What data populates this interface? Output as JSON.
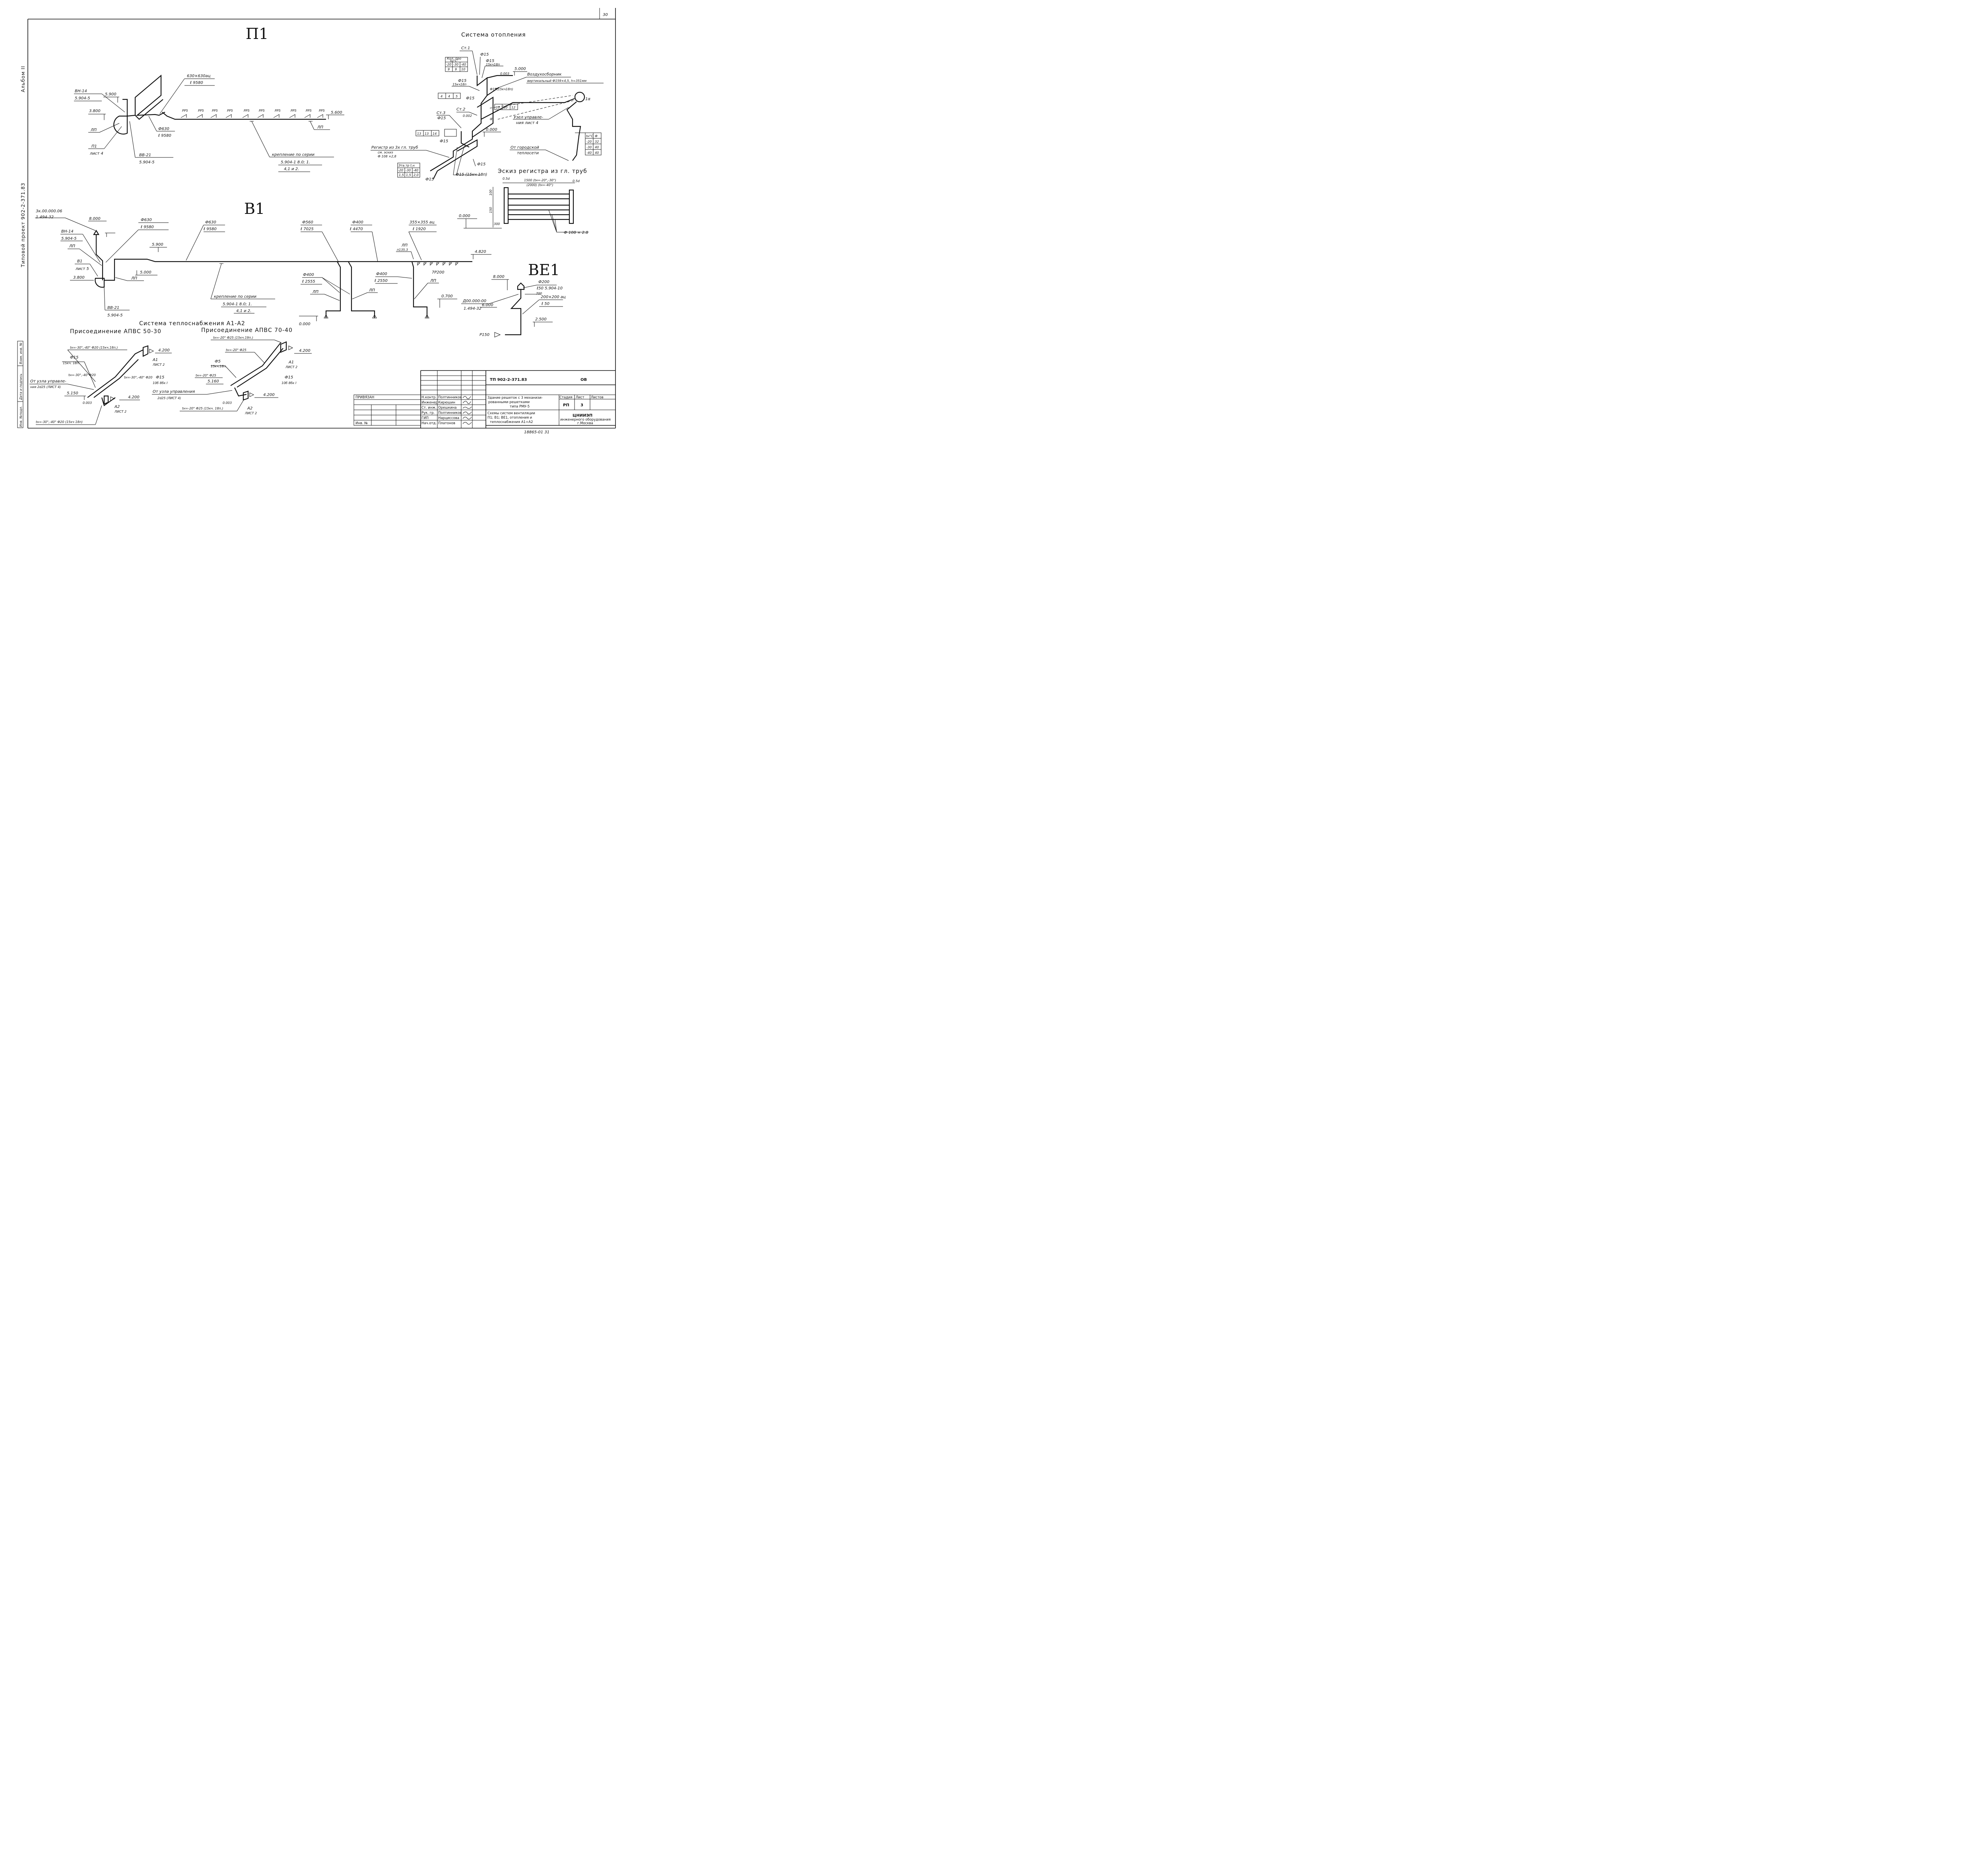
{
  "sheet_number": "30",
  "side": {
    "album": "Альбом II",
    "project": "Типовой проект   902-2-371.83"
  },
  "titles": {
    "p1": "П1",
    "b1": "В1",
    "be1": "ВЕ1",
    "heating": "Система отопления",
    "heat_supply": "Система теплоснабжения А1-А2",
    "conn_50": "Присоединение АПВС 50-30",
    "conn_70": "Присоединение АПВС 70-40",
    "register_sketch": "Эскиз регистра из гл. труб"
  },
  "p1": {
    "bn14": "ВН-14",
    "bn14_s": "5.904-5",
    "el_5900": "5.900",
    "el_3800": "3.800",
    "lp": "ЛП",
    "p1_ref": "П1",
    "p1_sheet": "лист 4",
    "vv21": "ВВ-21",
    "vv21_s": "5.904-5",
    "duct": "630×630ац",
    "duct_l": "ℓ 9580",
    "d630": "Ф630",
    "d630_l": "ℓ 9580",
    "pp5": "РР5",
    "el_5600": "5.600",
    "lp2": "ЛП",
    "mount": "крепление по серии",
    "mount_s": "5.904-1 8.0; 1.",
    "mount_s2": "4,1 и 2."
  },
  "b1": {
    "ref": "3к.00.000.06",
    "ref2": "1.494-32",
    "bn14": "ВН-14",
    "bn14_s": "5.904-5",
    "el_8000": "8.000",
    "lp": "ЛП",
    "b1_ref": "В1",
    "b1_sheet": "лист 5",
    "el_3800": "3.800",
    "el_5000": "5.000",
    "lp2": "ЛП",
    "vv21": "ВВ-21",
    "vv21_s": "5.904-5",
    "d630a": "Ф630",
    "l9580a": "ℓ 9580",
    "d630b": "Ф630",
    "l9580b": "ℓ 9580",
    "el_5900": "5.900",
    "d560": "Ф560",
    "l7025": "ℓ 7025",
    "d400": "Ф400",
    "l4470": "ℓ 4470",
    "duct355": "355×355 ац",
    "l1920": "ℓ 1920",
    "lp3": "ЛП",
    "p1353": "п135.3",
    "el_4820": "4.820",
    "grilles": "7Р200",
    "d400a": "Ф400",
    "l2555": "ℓ 2555",
    "lp4": "ЛП",
    "lp5": "ЛП",
    "d400b": "Ф400",
    "l2550": "ℓ 2550",
    "lp6": "ЛП",
    "el_0700": "0.700",
    "el_0000": "0.000",
    "mount": "крепление по серии",
    "mount_s": "5.904-1  8.0; 1.",
    "mount_s2": "4,1 и 2."
  },
  "be1": {
    "el_8000": "8.000",
    "d200": "Ф200",
    "l50": "ℓ50 5.904-10",
    "h700": "700",
    "ref": "Д00.000-00",
    "ref2": "1.494-32",
    "el_6000": "6.000",
    "duct": "200×200 ац",
    "l50b": "ℓ 50",
    "el_2500": "2.500",
    "p150": "Р150"
  },
  "heating": {
    "st1": "Ст.1",
    "d15a": "Ф15",
    "d15b": "Ф15",
    "d15b_v": "15кч18п",
    "tbl1_h1": "Кол. про",
    "tbl1_h2": "tн°C",
    "tbl1_r1": [
      "-20",
      "-30",
      "-40"
    ],
    "tbl1_r2": [
      "9",
      "9",
      "10"
    ],
    "slope": "0.003",
    "el_5000": "5.000",
    "air": "Воздухосборник",
    "air2": "вертикальный Ф159×4,5, h=351мм",
    "d15c": "Ф15",
    "d15c_v": "15кч18п",
    "d15d": "Ф15(15кч18п)",
    "d15e": "Ф15",
    "box1": [
      "4",
      "4",
      "5"
    ],
    "box2": [
      "10",
      "10",
      "12"
    ],
    "box3": [
      "13",
      "13",
      "14"
    ],
    "st2": "Ст.2",
    "st3": "Ст.3",
    "st3_d": "Ф15",
    "slope2": "0.002",
    "node": "Узел управле-",
    "node2": "ния лист 4",
    "alpha": "α",
    "node_a": "1α",
    "el_0000": "0.000",
    "d15f": "Ф15",
    "reg": "Регистр из 3х гл. труб",
    "reg2": "см. эскиз",
    "reg3": "Ф 108 ×2,8",
    "tbl2_h": "Эта.тр t.н",
    "tbl2_r1": [
      "-20",
      "-30",
      "-40"
    ],
    "tbl2_r2": [
      "1,5",
      "1,5",
      "2,0"
    ],
    "d15g": "Ф15",
    "d15h": "Ф15 (15кч 18п)",
    "d15i": "Ф15",
    "city": "От городской",
    "city2": "теплосети",
    "tbl3_h": [
      "tн°С",
      "Ф"
    ],
    "tbl3_rows": [
      [
        "-20",
        "32"
      ],
      [
        "-30",
        "40"
      ],
      [
        "-40",
        "40"
      ]
    ]
  },
  "register": {
    "d05a": "0.5d",
    "d05b": "0.5d",
    "len1": "1500 (tн=-20°,-30°)",
    "len2": "(2000) (tн=-40°)",
    "h100": "100",
    "h150": "150",
    "h300": "300",
    "el_0000": "0.000",
    "pipe": "Ф 108 × 2.8"
  },
  "heat_supply": {
    "a_t1": "tн=-30°,-40° Ф20 (15кч.18п.)",
    "a_d15": "Ф15",
    "a_d15v": "15кч. 18п.",
    "a_t2": "tн=-30°,-40°Ф20",
    "a_t3": "tн=-30°,-40° Ф20",
    "a_node": "От узла управле-",
    "a_node2": "ния 2d25 (ЛИСТ 4)",
    "a_5150": "5.150",
    "a_slope": "0.003",
    "a_4200a": "4.200",
    "a_a1": "А1",
    "a_list2": "ЛИСТ 2",
    "a_d15b": "Ф15",
    "a_d15bv": "10б 8бк I",
    "a_4200b": "4.200",
    "a_a2": "А2",
    "a_list2b": "ЛИСТ 2",
    "a_bottom": "tн=-30°,-40° Ф20 (15кч 18п)",
    "b_top": "tн=-20° Ф25 (15кч.19п.)",
    "b_t2": "tн=-20° Ф25",
    "b_d5": "Ф5",
    "b_d5v": "15кч.18п.",
    "b_t3": "tн=-20° Ф25",
    "b_5160": "5.160",
    "b_node": "От узла управления",
    "b_node2": "2d25 (ЛИСТ 4)",
    "b_slope": "0.003",
    "b_4200a": "4.200",
    "b_a1": "А1",
    "b_list2": "ЛИСТ 2",
    "b_d15": "Ф15",
    "b_d15v": "10б 8бк I",
    "b_4200b": "4.200",
    "b_a2": "А2",
    "b_list2b": "ЛИСТ 2",
    "b_bottom": "tн=-20° Ф25 (15кч. 18п.)"
  },
  "stamp": {
    "code": "ТП  902-2-371.83",
    "sheet_code": "ОВ",
    "privyazan": "ПРИВЯЗАН",
    "inv": "Инв. №",
    "roles": [
      "Н.контр.",
      "Инженер",
      "Ст. инж.",
      "Рук. гр.",
      "ГИП",
      "Нач.отд."
    ],
    "names": [
      "Полтинников",
      "Кирюшин",
      "Орешкина",
      "Полтинников",
      "Нарциссова",
      "Платонов"
    ],
    "building": [
      "Здание решеток с 3 механизи-",
      "рованными решетками",
      "типа РМУ-5"
    ],
    "drawing": [
      "Схемы систем вентиляции",
      "П1; В1; ВЕ1, отопления и",
      "теплоснабжения А1÷А2"
    ],
    "stage_h": "Стадия",
    "list_h": "Лист",
    "lists_h": "Листов",
    "stage": "РП",
    "list": "3",
    "org": "ЦНИИЭП",
    "org2": "инженерного оборудования",
    "org3": "г.Москва",
    "archive": "18865-01  31",
    "left_strip": [
      "Инв. №подл.",
      "Дата и подпись",
      "Взам. инв. №"
    ]
  }
}
